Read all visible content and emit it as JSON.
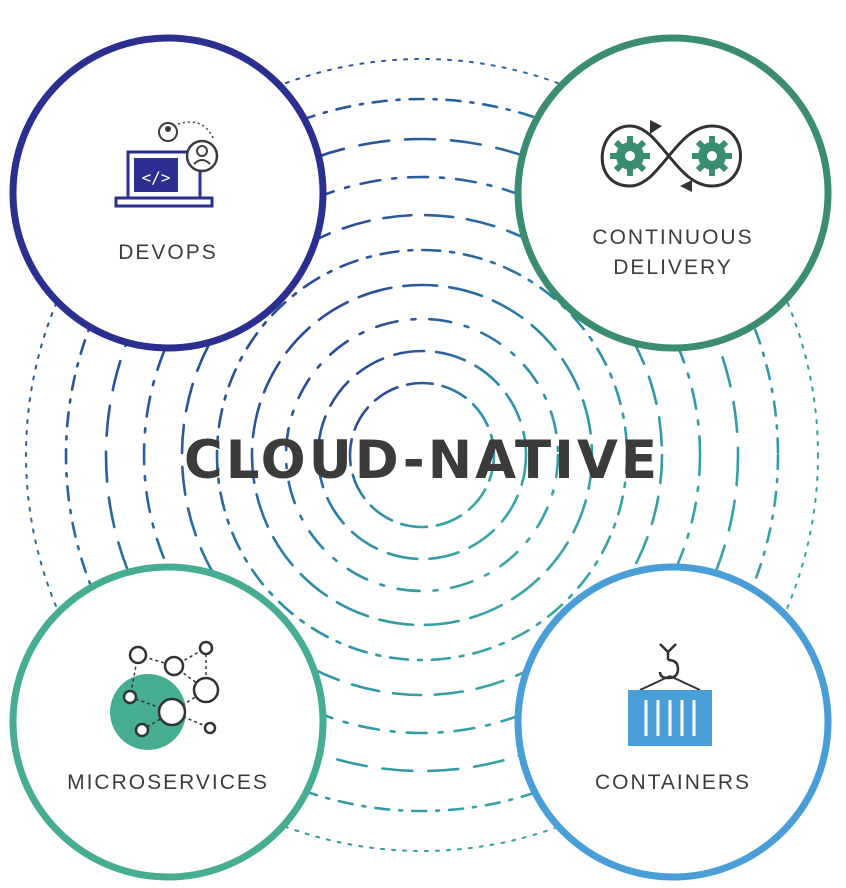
{
  "title": "CLOUD-NATIVE",
  "nodes": {
    "devops": {
      "label": "DEVOPS",
      "icon": "laptop-code-users-icon",
      "color": "#2b2f8f"
    },
    "continuous_delivery": {
      "label_line1": "CONTINUOUS",
      "label_line2": "DELIVERY",
      "icon": "gears-infinity-icon",
      "color": "#3a8d72"
    },
    "microservices": {
      "label": "MICROSERVICES",
      "icon": "network-nodes-icon",
      "color": "#46ad92"
    },
    "containers": {
      "label": "CONTAINERS",
      "icon": "crane-container-icon",
      "color": "#4a9ed8"
    }
  },
  "colors": {
    "ring_inner": "#2b2f8f",
    "ring_mid": "#2a8aa8",
    "ring_outer": "#3fb0a2",
    "text": "#3a3d40"
  }
}
